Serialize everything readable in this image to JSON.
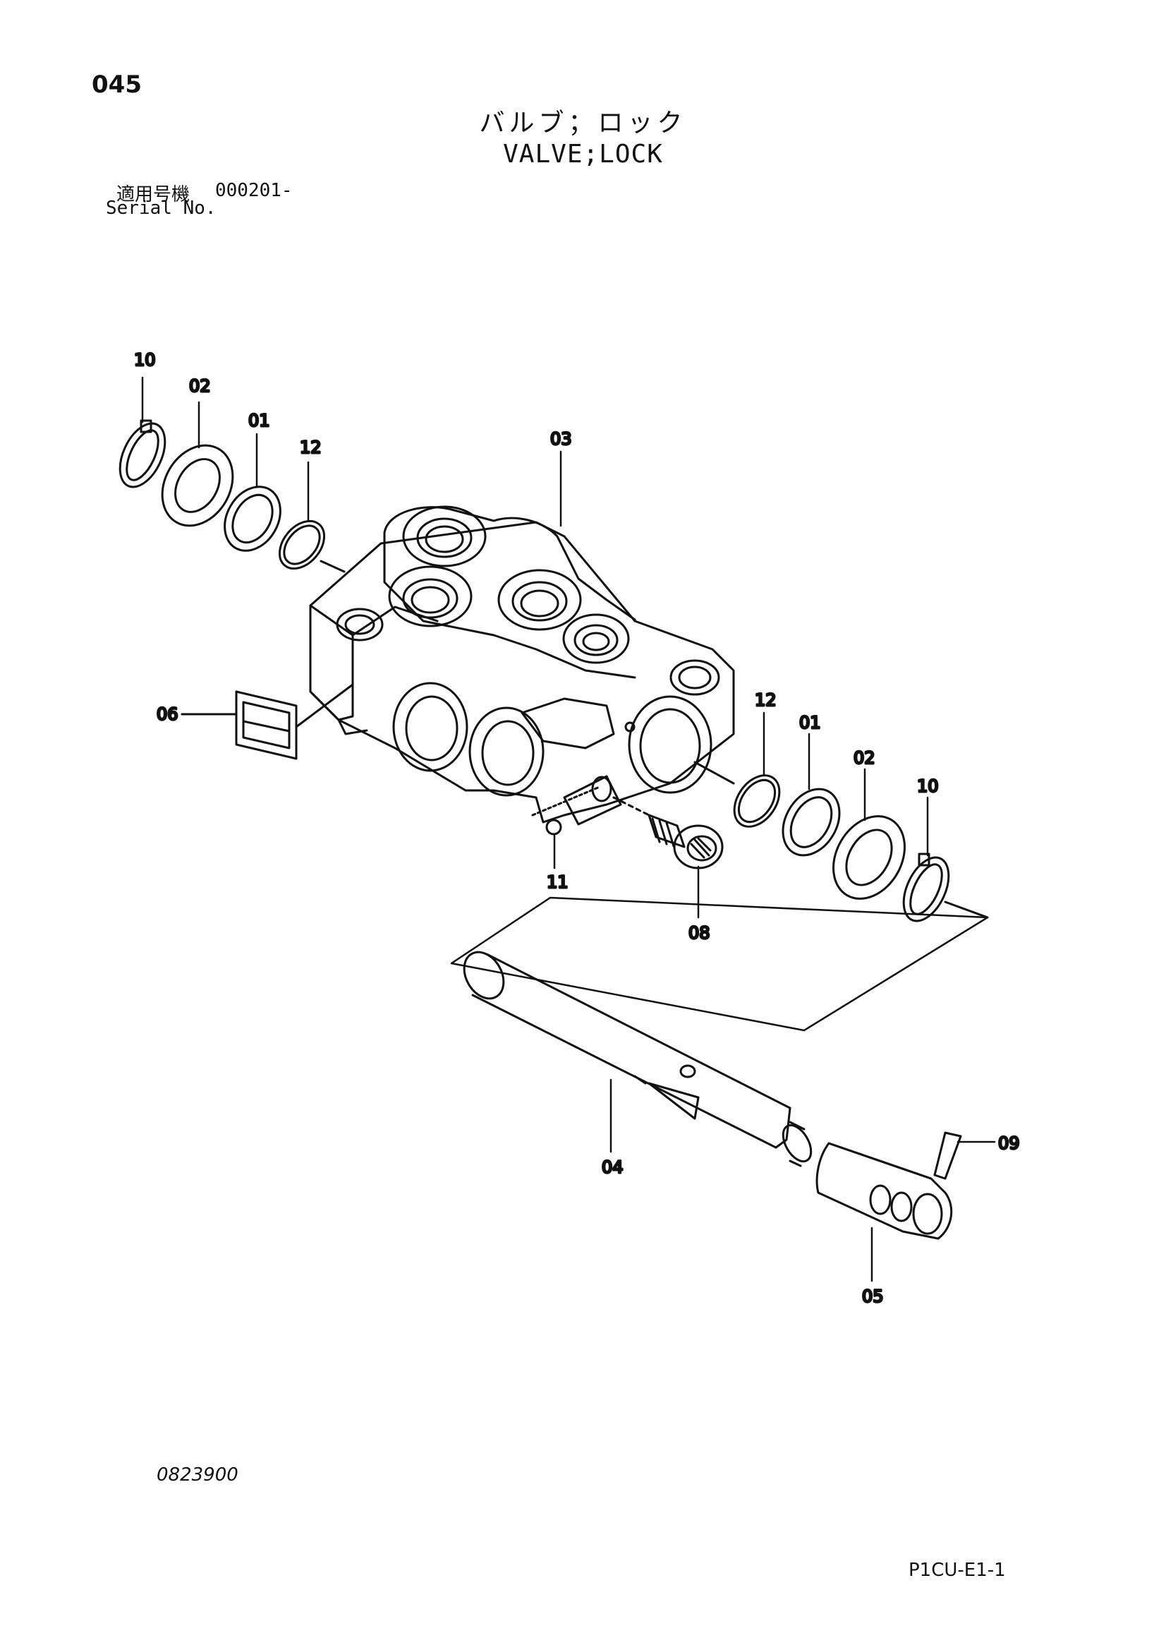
{
  "header": {
    "page_number": "045",
    "title_jp": "バルブ；ロック",
    "title_en": "VALVE;LOCK",
    "serial_label_jp": "適用号機",
    "serial_value": "000201-",
    "serial_label_en": "Serial No."
  },
  "callouts": {
    "c10a": "10",
    "c02a": "02",
    "c01a": "01",
    "c12a": "12",
    "c03": "03",
    "c06": "06",
    "c12b": "12",
    "c01b": "01",
    "c02b": "02",
    "c10b": "10",
    "c11": "11",
    "c08": "08",
    "c04": "04",
    "c09": "09",
    "c05": "05"
  },
  "footer": {
    "drawing_number": "0823900",
    "page_code": "P1CU-E1-1"
  }
}
